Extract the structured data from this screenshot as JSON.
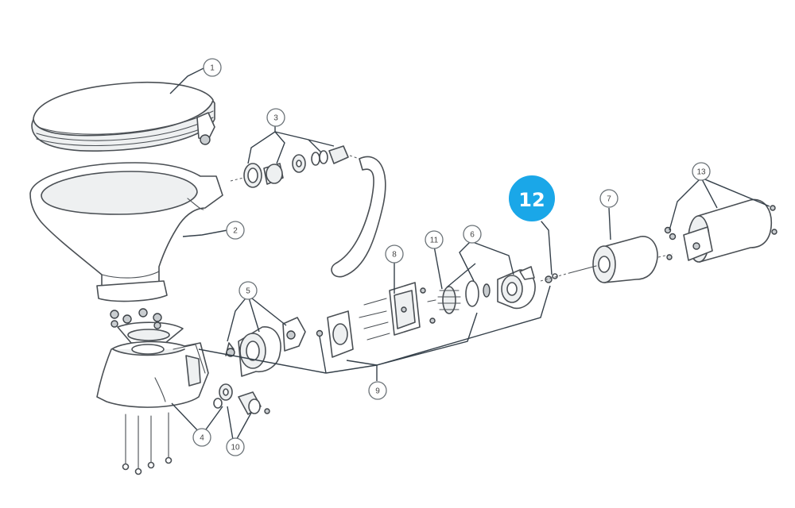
{
  "callouts": [
    {
      "id": "c1",
      "label": "1"
    },
    {
      "id": "c2",
      "label": "2"
    },
    {
      "id": "c3",
      "label": "3"
    },
    {
      "id": "c4",
      "label": "4"
    },
    {
      "id": "c5",
      "label": "5"
    },
    {
      "id": "c6",
      "label": "6"
    },
    {
      "id": "c7",
      "label": "7"
    },
    {
      "id": "c8",
      "label": "8"
    },
    {
      "id": "c9",
      "label": "9"
    },
    {
      "id": "c10",
      "label": "10"
    },
    {
      "id": "c11",
      "label": "11"
    },
    {
      "id": "c13",
      "label": "13"
    }
  ],
  "highlight": {
    "label": "12",
    "color": "#1aa7e8"
  }
}
